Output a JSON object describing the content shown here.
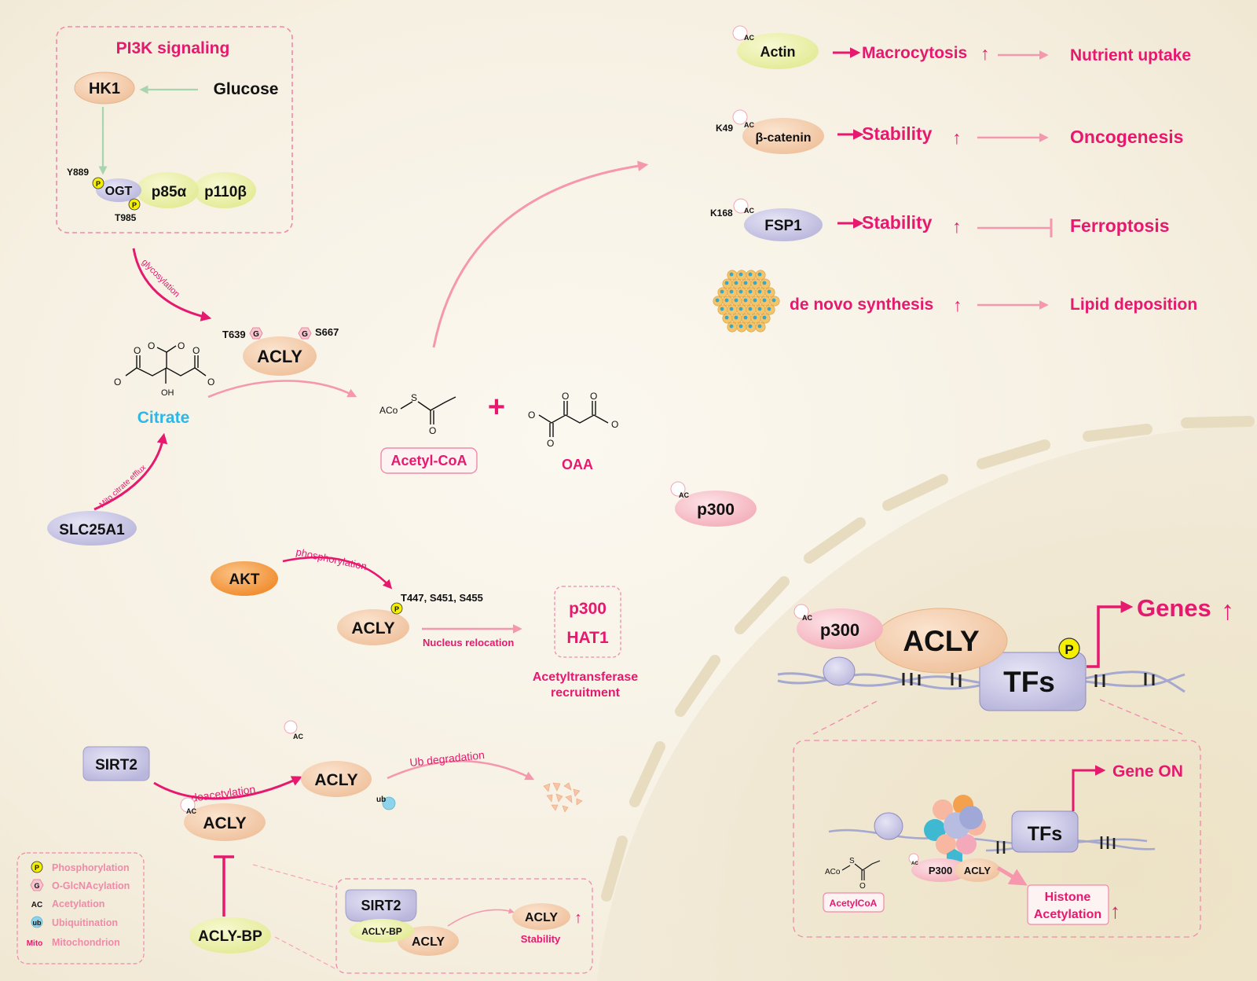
{
  "pi3k_box": {
    "title": "PI3K signaling",
    "hk1": "HK1",
    "glucose": "Glucose",
    "ogt": "OGT",
    "p85": "p85α",
    "p110": "p110β",
    "site_y889": "Y889",
    "site_t985": "T985"
  },
  "badges": {
    "phospho": "P",
    "glcnac": "G",
    "acetyl": "AC",
    "ub": "ub"
  },
  "glycosylation_label": "glycosylation",
  "acly_glyco": {
    "label": "ACLY",
    "site_left": "T639",
    "site_right": "S667"
  },
  "citrate": "Citrate",
  "slc25a1": "SLC25A1",
  "mito_efflux_label": "Mito citrate efflux",
  "acetyl_coa": "Acetyl-CoA",
  "plus": "+",
  "oaa": "OAA",
  "chem": {
    "o_minus": "O",
    "oh": "OH",
    "o": "O",
    "s": "S",
    "aco": "ACo"
  },
  "outcomes": [
    {
      "protein": "Actin",
      "site": "",
      "effect": "Macrocytosis",
      "result": "Nutrient uptake"
    },
    {
      "protein": "β-catenin",
      "site": "K49",
      "effect": "Stability",
      "result": "Oncogenesis"
    },
    {
      "protein": "FSP1",
      "site": "K168",
      "effect": "Stability",
      "result": "Ferroptosis"
    },
    {
      "protein": "",
      "site": "",
      "effect": "de novo synthesis",
      "result": "Lipid deposition"
    }
  ],
  "up_arrow": "↑",
  "p300_free": "p300",
  "akt": "AKT",
  "phosphorylation_label": "phosphorylation",
  "acly_phospho": {
    "label": "ACLY",
    "sites": "T447, S451, S455"
  },
  "nucleus_relocation": "Nucleus relocation",
  "recruit_box": {
    "line1": "p300",
    "line2": "HAT1"
  },
  "acetyltransferase_recruitment": [
    "Acetyltransferase",
    "recruitment"
  ],
  "sirt2_module": {
    "sirt2": "SIRT2",
    "deacetylation": "deacetylation",
    "acly_ac": "ACLY",
    "acly_deac": "ACLY",
    "ub_degradation": "Ub degradation",
    "acly_bp": "ACLY-BP"
  },
  "inset_stability": {
    "sirt2": "SIRT2",
    "acly_bp": "ACLY-BP",
    "acly": "ACLY",
    "acly_out": "ACLY",
    "stability": "Stability"
  },
  "legend": [
    {
      "badge": "P",
      "label": "Phosphorylation"
    },
    {
      "badge": "G",
      "label": "O-GlcNAcylation"
    },
    {
      "badge": "AC",
      "label": "Acetylation"
    },
    {
      "badge": "ub",
      "label": "Ubiquitination"
    },
    {
      "badge": "Mito",
      "label": "Mitochondrion"
    }
  ],
  "nucleus": {
    "p300": "p300",
    "acly": "ACLY",
    "tfs": "TFs",
    "genes": "Genes"
  },
  "nucleus_inset": {
    "gene_on": "Gene ON",
    "tfs": "TFs",
    "p300": "P300",
    "acly": "ACLY",
    "acetylcoa": "AcetylCoA",
    "histone": [
      "Histone",
      "Acetylation"
    ]
  },
  "colors": {
    "magenta": "#e6196e",
    "light_pink": "#f08aa8",
    "arrow_pink": "#f598ad",
    "cyan": "#2bb8e8",
    "peach": "#f3cba8",
    "lime": "#eaf0a4",
    "lavender": "#c9c7e6",
    "orange": "#f49a3c",
    "pink_fill": "#f8c6cf",
    "nucleus": "#efe4c8"
  }
}
